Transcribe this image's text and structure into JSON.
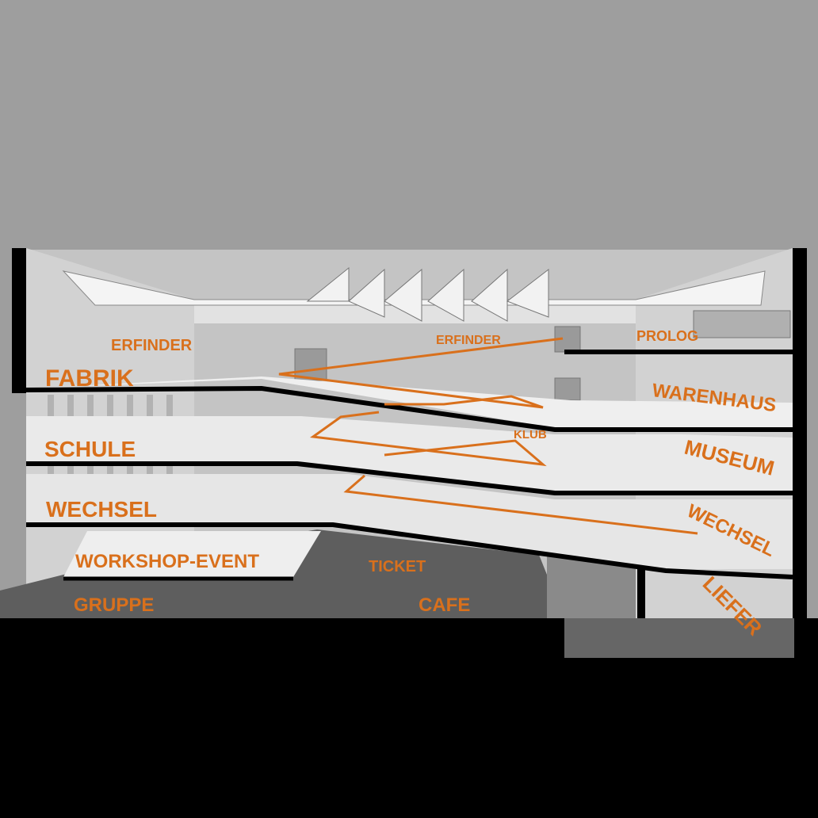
{
  "colors": {
    "label": "#d9701c",
    "path": "#d9701c",
    "sky": "#9e9e9e",
    "ground": "#000000"
  },
  "labels": {
    "erfinder_left": "ERFINDER",
    "erfinder_center": "ERFINDER",
    "prolog": "PROLOG",
    "fabrik": "FABRIK",
    "warenhaus": "WARENHAUS",
    "schule": "SCHULE",
    "klub": "KLUB",
    "museum": "MUSEUM",
    "wechsel_left": "WECHSEL",
    "wechsel_right": "WECHSEL",
    "workshop_event": "WORKSHOP-EVENT",
    "ticket": "TICKET",
    "gruppe": "GRUPPE",
    "cafe": "CAFE",
    "liefer": "LIEFER"
  }
}
